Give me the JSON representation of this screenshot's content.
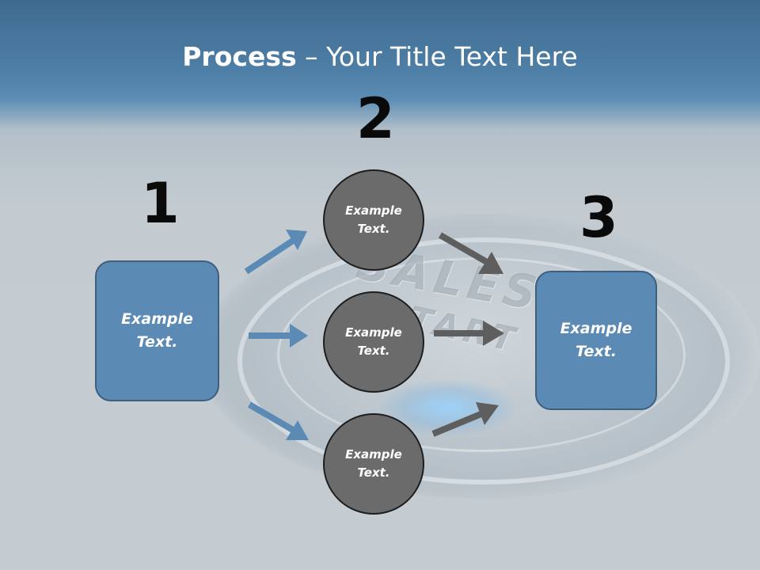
{
  "title": {
    "bold": "Process",
    "rest": " – Your Title Text Here"
  },
  "steps": {
    "one": "1",
    "two": "2",
    "three": "3"
  },
  "left_box": {
    "line1": "Example",
    "line2": "Text."
  },
  "circles": [
    {
      "line1": "Example",
      "line2": "Text."
    },
    {
      "line1": "Example",
      "line2": "Text."
    },
    {
      "line1": "Example",
      "line2": "Text."
    }
  ],
  "right_box": {
    "line1": "Example",
    "line2": "Text."
  },
  "background": {
    "word_top": "SALES",
    "word_bottom": "START"
  },
  "colors": {
    "blue_box": "#5b8ab5",
    "blue_arrow": "#5b8ab5",
    "gray_circle": "#6b6b6b",
    "gray_arrow": "#5e5e5e",
    "title_text": "#ffffff"
  }
}
